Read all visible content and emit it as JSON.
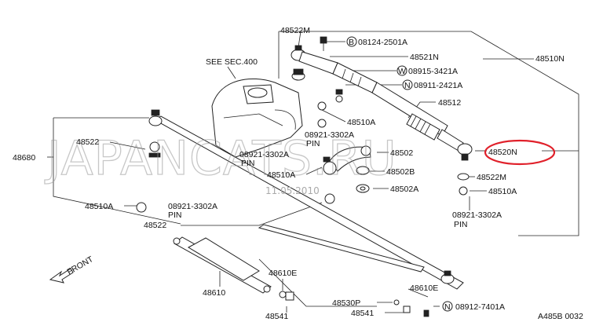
{
  "diagram": {
    "see_ref": "SEE SEC.400",
    "front": "FRONT",
    "code": "A485B 0032",
    "watermark": "JAPANCATS.RU",
    "date_stamp": "11.05.2010",
    "highlight_color": "#e0202a",
    "labels": {
      "p48522M_top": "48522M",
      "b08124": "08124-2501A",
      "p48521N": "48521N",
      "p48510N": "48510N",
      "w08915": "08915-3421A",
      "n08911": "08911-2421A",
      "p48512": "48512",
      "p48510A_c": "48510A",
      "pin08921_c": "08921-3302A",
      "pin_c": "PIN",
      "p48520N": "48520N",
      "p48522": "48522",
      "p48680": "48680",
      "pin08921_l": "08921-3302A",
      "pin_l": "PIN",
      "p48502": "48502",
      "p48510A_m": "48510A",
      "p48502B": "48502B",
      "p48522M_r": "48522M",
      "p48502A": "48502A",
      "p48510A_r": "48510A",
      "p48510A_lo": "48510A",
      "pin08921_lo": "08921-3302A",
      "pin_lo": "PIN",
      "pin08921_r": "08921-3302A",
      "pin_r": "PIN",
      "p48522_lo": "48522",
      "p48610E_a": "48610E",
      "p48610": "48610",
      "p48610E_b": "48610E",
      "p48530P": "48530P",
      "p48541_a": "48541",
      "p48541_b": "48541",
      "n08912": "08912-7401A"
    },
    "badges": {
      "B": "B",
      "W": "W",
      "N": "N"
    }
  }
}
